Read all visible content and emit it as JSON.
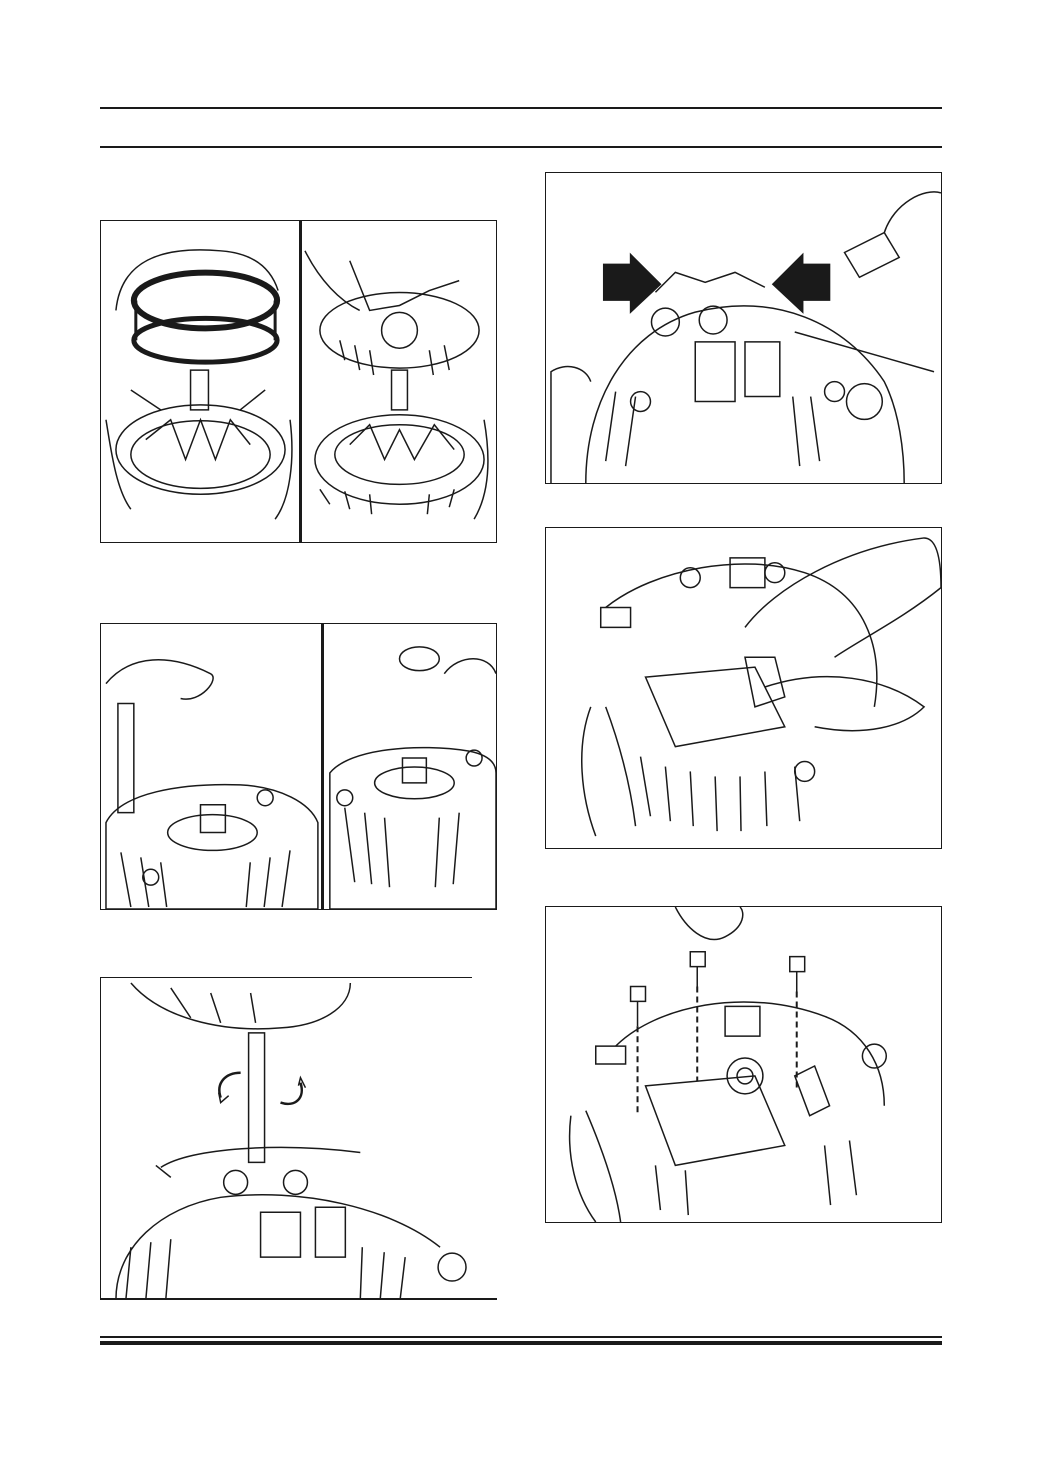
{
  "page": {
    "header_text": "",
    "footer_text": "",
    "figures": [
      {
        "id": "fig1",
        "caption": ""
      },
      {
        "id": "fig2",
        "caption": ""
      },
      {
        "id": "fig3",
        "caption": ""
      },
      {
        "id": "fig4",
        "caption": ""
      },
      {
        "id": "fig5",
        "caption": ""
      },
      {
        "id": "fig6",
        "caption": ""
      }
    ]
  },
  "colors": {
    "ink": "#1a1a1a",
    "paper": "#ffffff"
  }
}
